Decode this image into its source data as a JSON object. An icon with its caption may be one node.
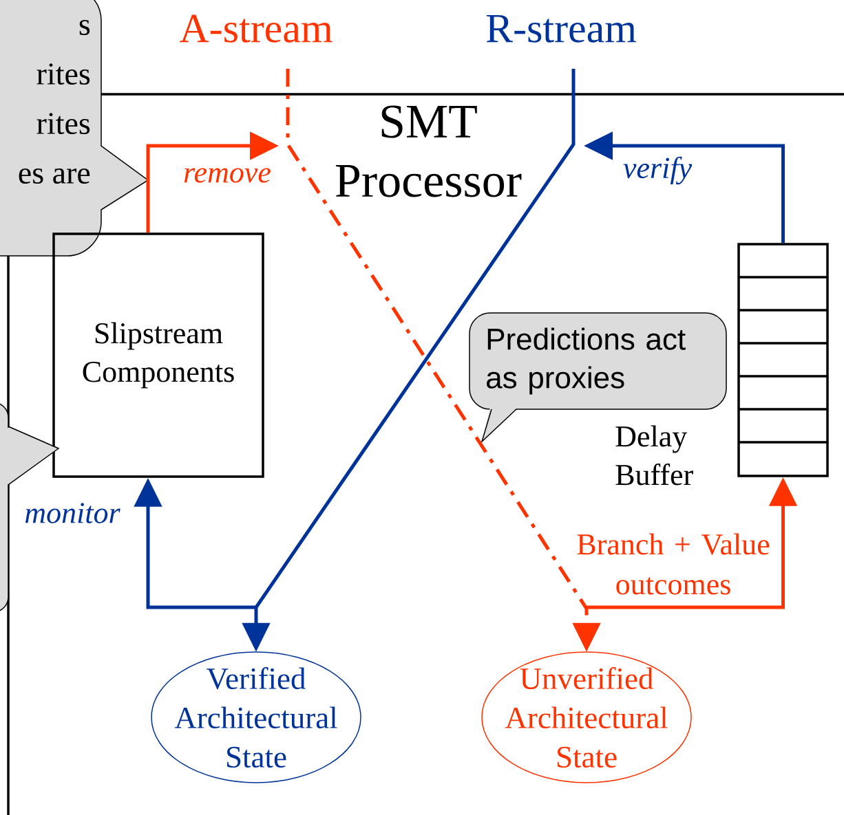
{
  "diagram": {
    "nodes": [
      {
        "text": [
          "s",
          "rites",
          "rites",
          "es are"
        ]
      },
      {
        "text": [
          "A-stream"
        ]
      },
      {
        "text": [
          "R-stream"
        ]
      },
      {
        "text": [
          "Slipstream Components"
        ]
      },
      {
        "text": [
          "Predictions act as proxies"
        ]
      },
      {
        "text": [],
        "shape": "box"
      },
      {
        "text": [],
        "shape": "callout"
      },
      {
        "text": [
          "Verified Architectural State"
        ]
      },
      {
        "text": [
          "Unverified Architectural State"
        ]
      }
    ],
    "edges": [
      {
        "from": 1,
        "to": 8,
        "arrow": "to",
        "style": "dashed",
        "color": "#ff3300"
      },
      {
        "from": 2,
        "to": 7,
        "arrow": "to",
        "color": "#003399"
      },
      {
        "from": 3,
        "to": null,
        "arrow": "to",
        "label": "remove",
        "color": "#ff3300"
      },
      {
        "from": 5,
        "to": null,
        "arrow": "to",
        "label": "verify",
        "color": "#003399"
      },
      {
        "from": null,
        "to": 3,
        "arrow": "to",
        "label": "monitor",
        "color": "#003399"
      },
      {
        "from": null,
        "to": 5,
        "arrow": "to",
        "label": "Branch + Value outcomes",
        "color": "#ff3300"
      }
    ],
    "labels": [
      "SMT Processor",
      "Delay Buffer"
    ]
  }
}
